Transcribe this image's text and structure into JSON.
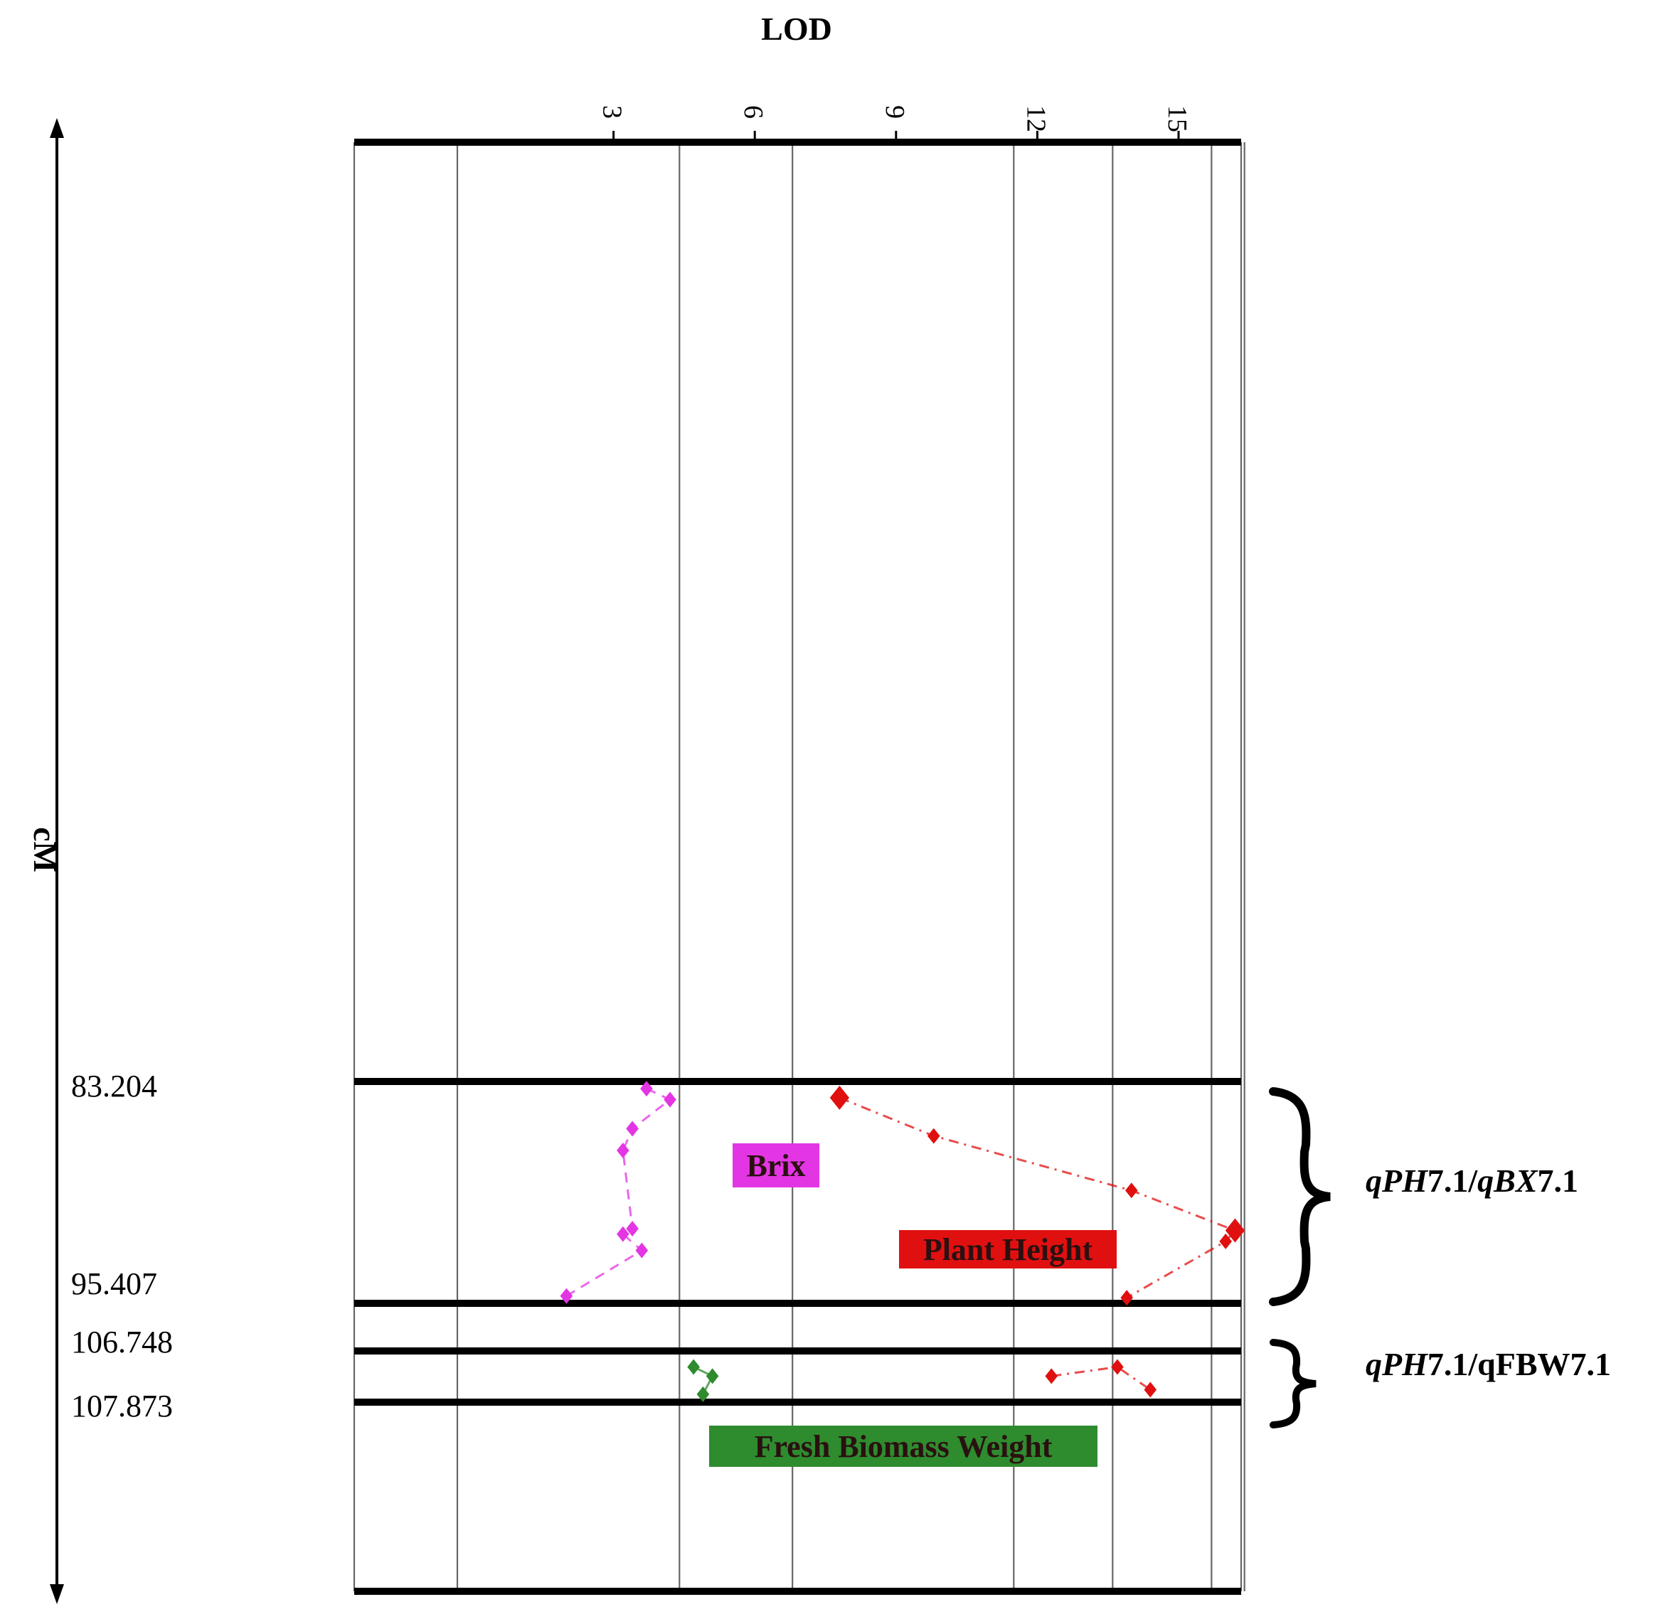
{
  "chart_data": {
    "type": "line",
    "orientation": "lod-horizontal, position-vertical",
    "xlabel": "LOD",
    "ylabel": "cM",
    "x_ticks": [
      3,
      6,
      9,
      12,
      15
    ],
    "y_tick_labels": [
      "83.204",
      "95.407",
      "106.748",
      "107.873"
    ],
    "grid": true,
    "series": [
      {
        "name": "Brix",
        "color": "#e335e3",
        "line_style": "dashed",
        "points": [
          {
            "lod": 3.7,
            "cM": 83.6
          },
          {
            "lod": 4.2,
            "cM": 84.2
          },
          {
            "lod": 3.4,
            "cM": 85.8
          },
          {
            "lod": 3.2,
            "cM": 87.0
          },
          {
            "lod": 3.4,
            "cM": 91.3
          },
          {
            "lod": 3.2,
            "cM": 91.6
          },
          {
            "lod": 3.6,
            "cM": 92.5
          },
          {
            "lod": 2.0,
            "cM": 95.0
          }
        ]
      },
      {
        "name": "Plant Height",
        "color": "#e01010",
        "line_style": "dashdot",
        "points": [
          {
            "lod": 7.8,
            "cM": 84.1
          },
          {
            "lod": 9.8,
            "cM": 86.2
          },
          {
            "lod": 14.0,
            "cM": 89.2
          },
          {
            "lod": 16.2,
            "cM": 91.4
          },
          {
            "lod": 16.0,
            "cM": 92.0
          },
          {
            "lod": 13.9,
            "cM": 95.1
          }
        ]
      },
      {
        "name": "Fresh Biomass Weight",
        "color": "#2e8b2e",
        "line_style": "solid",
        "points": [
          {
            "lod": 4.7,
            "cM": 107.1
          },
          {
            "lod": 5.1,
            "cM": 107.3
          },
          {
            "lod": 4.9,
            "cM": 107.7
          }
        ]
      },
      {
        "name": "Plant Height (qFBW region)",
        "color": "#e01010",
        "line_style": "dashdot",
        "points": [
          {
            "lod": 12.3,
            "cM": 107.3
          },
          {
            "lod": 13.7,
            "cM": 107.1
          },
          {
            "lod": 14.4,
            "cM": 107.6
          }
        ]
      }
    ],
    "annotations": [
      {
        "text": "Brix",
        "color": "#e335e3"
      },
      {
        "text": "Plant Height",
        "color": "#e01010"
      },
      {
        "text": "Fresh Biomass Weight",
        "color": "#2e8b2e"
      }
    ],
    "qtl_brackets": [
      {
        "label_italic": "qPH",
        "label_rest": "7.1/",
        "label_italic2": "qBX",
        "label_rest2": "7.1",
        "from_cM": 83.204,
        "to_cM": 95.407
      },
      {
        "label_italic": "qPH",
        "label_rest": "7.1/",
        "label_italic2": "",
        "label_rest2": "qFBW7.1",
        "from_cM": 106.748,
        "to_cM": 107.873
      }
    ]
  }
}
